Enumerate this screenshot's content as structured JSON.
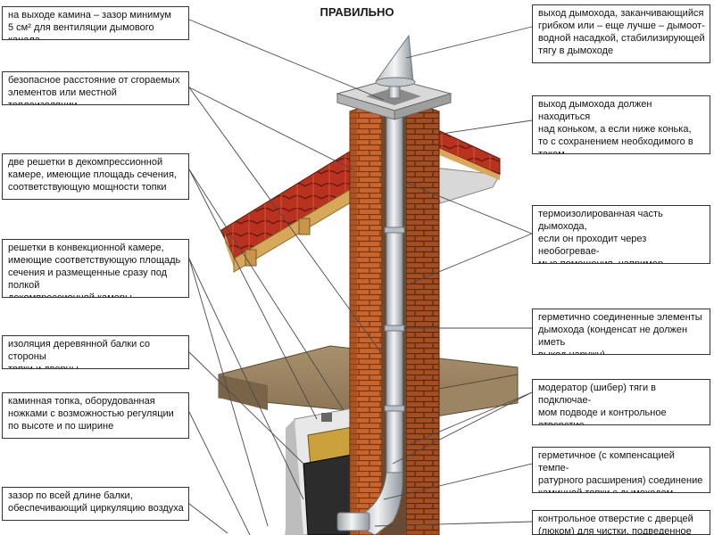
{
  "title": "ПРАВИЛЬНО",
  "labels_left": [
    "на выходе камина – зазор минимум\n5 см² для вентиляции дымового канала",
    "безопасное расстояние от сгораемых\nэлементов или местной теплоизоляции",
    "две решетки в декомпрессионной\nкамере, имеющие площадь сечения,\nсоответствующую мощности топки",
    "решетки в конвекционной камере,\nимеющие соответствующую площадь\nсечения и размещенные сразу под полкой\nдекомпрессионной камеры",
    "изоляция деревянной балки со стороны\nтопки и дверцы",
    "каминная топка, оборудованная\nножками с возможностью регуляции\nпо высоте и по ширине",
    "зазор по всей длине балки,\nобеспечивающий циркуляцию воздуха"
  ],
  "labels_right": [
    "выход дымохода, заканчивающийся\nгрибком или – еще лучше – дымоот-\nводной насадкой, стабилизирующей\nтягу в дымоходе",
    "выход дымохода должен находиться\nнад коньком, а если ниже конька,\nто с сохранением необходимого в таком\nслучае расстояния от ската крыши",
    "термоизолированная часть дымохода,\nесли он проходит через необогревае-\nмые помещения, например, неэксплуа-\nтируемый чердак",
    "герметично соединенные элементы\nдымохода (конденсат не должен иметь\nвыход наружу)",
    "модератор (шибер) тяги в подключае-\nмом подводе и контрольное отверстие\nв вытяжке",
    "герметичное (с компенсацией темпе-\nратурного расширения) соединение\nкаминной топки с дымоходом",
    "контрольное отверстие с дверцей\n(люком) для чистки, подведенное"
  ],
  "colors": {
    "brick": "#c8662e",
    "brick_dark": "#8e3f16",
    "roof_tile": "#b8321f",
    "wood": "#d8a85a",
    "slab": "#a08a6a",
    "pipe": "#cfd4d8"
  }
}
